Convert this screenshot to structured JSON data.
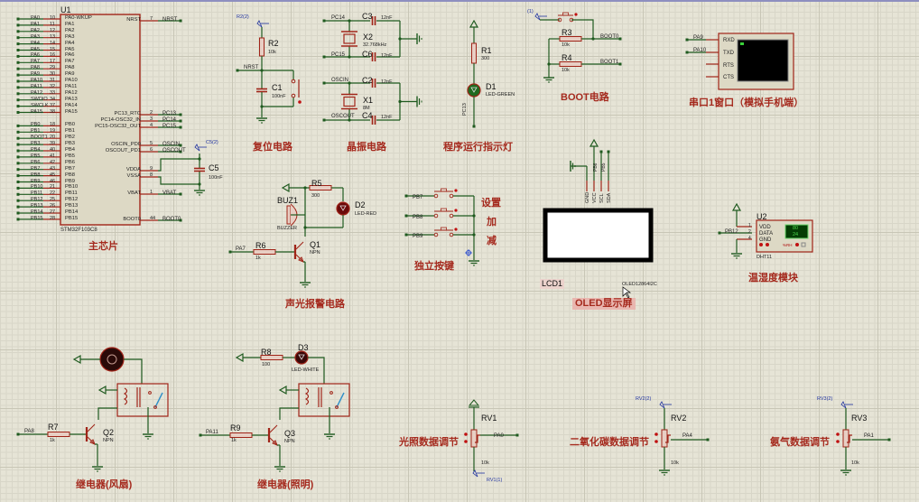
{
  "schematic": {
    "u1": {
      "ref": "U1",
      "part": "STM32F103C8",
      "left_pins": [
        {
          "net": "PA0",
          "num": "10",
          "name": "PA0-WKUP"
        },
        {
          "net": "PA1",
          "num": "11",
          "name": "PA1"
        },
        {
          "net": "PA2",
          "num": "12",
          "name": "PA2"
        },
        {
          "net": "PA3",
          "num": "13",
          "name": "PA3"
        },
        {
          "net": "PA4",
          "num": "14",
          "name": "PA4"
        },
        {
          "net": "PA5",
          "num": "15",
          "name": "PA5"
        },
        {
          "net": "PA6",
          "num": "16",
          "name": "PA6"
        },
        {
          "net": "PA7",
          "num": "17",
          "name": "PA7"
        },
        {
          "net": "PA8",
          "num": "29",
          "name": "PA8"
        },
        {
          "net": "PA9",
          "num": "30",
          "name": "PA9"
        },
        {
          "net": "PA10",
          "num": "31",
          "name": "PA10"
        },
        {
          "net": "PA11",
          "num": "32",
          "name": "PA11"
        },
        {
          "net": "PA12",
          "num": "33",
          "name": "PA12"
        },
        {
          "net": "SWDIO",
          "num": "34",
          "name": "PA13"
        },
        {
          "net": "SWCLK",
          "num": "37",
          "name": "PA14"
        },
        {
          "net": "PA15",
          "num": "38",
          "name": "PA15"
        },
        {
          "net": "PB0",
          "num": "18",
          "name": "PB0"
        },
        {
          "net": "PB1",
          "num": "19",
          "name": "PB1"
        },
        {
          "net": "BOOT1",
          "num": "20",
          "name": "PB2"
        },
        {
          "net": "PB3",
          "num": "39",
          "name": "PB3"
        },
        {
          "net": "PB4",
          "num": "40",
          "name": "PB4"
        },
        {
          "net": "PB5",
          "num": "41",
          "name": "PB5"
        },
        {
          "net": "PB6",
          "num": "42",
          "name": "PB6"
        },
        {
          "net": "PB7",
          "num": "43",
          "name": "PB7"
        },
        {
          "net": "PB8",
          "num": "45",
          "name": "PB8"
        },
        {
          "net": "PB9",
          "num": "46",
          "name": "PB9"
        },
        {
          "net": "PB10",
          "num": "21",
          "name": "PB10"
        },
        {
          "net": "PB11",
          "num": "22",
          "name": "PB11"
        },
        {
          "net": "PB12",
          "num": "25",
          "name": "PB12"
        },
        {
          "net": "PB13",
          "num": "26",
          "name": "PB13"
        },
        {
          "net": "PB14",
          "num": "27",
          "name": "PB14"
        },
        {
          "net": "PB15",
          "num": "28",
          "name": "PB15"
        }
      ],
      "right_pins": [
        {
          "name": "NRST",
          "num": "7",
          "net": "NRST"
        },
        {
          "name": "PC13_RTC",
          "num": "2",
          "net": "PC13"
        },
        {
          "name": "PC14-OSC32_IN",
          "num": "3",
          "net": "PC14"
        },
        {
          "name": "PC15-OSC32_OUT",
          "num": "4",
          "net": "PC15"
        },
        {
          "name": "OSCIN_PD0",
          "num": "5",
          "net": "OSCIN"
        },
        {
          "name": "OSCOUT_PD1",
          "num": "6",
          "net": "OSCOUT"
        },
        {
          "name": "VDDA",
          "num": "9",
          "net": ""
        },
        {
          "name": "VSSA",
          "num": "8",
          "net": ""
        },
        {
          "name": "VBAT",
          "num": "1",
          "net": "VBAT"
        },
        {
          "name": "BOOT0",
          "num": "44",
          "net": "BOOT0"
        }
      ],
      "c5": {
        "ref": "C5",
        "value": "100nF",
        "probe": "C5(2)"
      },
      "title": "主芯片"
    },
    "reset": {
      "title": "复位电路",
      "probe": "R2(2)",
      "net": "NRST",
      "r2": {
        "ref": "R2",
        "value": "10k"
      },
      "c1": {
        "ref": "C1",
        "value": "100nF"
      }
    },
    "crystal": {
      "title": "晶振电路",
      "nets": [
        "PC14",
        "PC15",
        "OSCIN",
        "OSCOUT"
      ],
      "c3": {
        "ref": "C3",
        "value": "12nF"
      },
      "c6": {
        "ref": "C6",
        "value": "12nF"
      },
      "c2": {
        "ref": "C2",
        "value": "12nF"
      },
      "c4": {
        "ref": "C4",
        "value": "12nF"
      },
      "x2": {
        "ref": "X2",
        "value": "32.768kHz"
      },
      "x1": {
        "ref": "X1",
        "value": "8M"
      }
    },
    "run_led": {
      "title": "程序运行指示灯",
      "net": "PC13",
      "r1": {
        "ref": "R1",
        "value": "300"
      },
      "d1": {
        "ref": "D1",
        "value": "LED-GREEN"
      }
    },
    "boot": {
      "title": "BOOT电路",
      "probe": "(1)",
      "r3": {
        "ref": "R3",
        "value": "10k",
        "net": "BOOT0"
      },
      "r4": {
        "ref": "R4",
        "value": "10k",
        "net": "BOOT1"
      }
    },
    "uart": {
      "title": "串口1窗口（模拟手机端）",
      "nets": [
        "PA9",
        "PA10"
      ],
      "pins": [
        "RXD",
        "TXD",
        "RTS",
        "CTS"
      ]
    },
    "alarm": {
      "title": "声光报警电路",
      "net": "PA7",
      "buz": {
        "ref": "BUZ1",
        "value": "BUZZER"
      },
      "r5": {
        "ref": "R5",
        "value": "300"
      },
      "d2": {
        "ref": "D2",
        "value": "LED-RED"
      },
      "r6": {
        "ref": "R6",
        "value": "1k"
      },
      "q1": {
        "ref": "Q1",
        "value": "NPN"
      }
    },
    "keys": {
      "title": "独立按键",
      "nets": [
        "PB7",
        "PB8",
        "PB9"
      ],
      "labels": [
        "设置",
        "加",
        "减"
      ]
    },
    "oled": {
      "title": "OLED显示屏",
      "ref": "LCD1",
      "part": "OLED12864I2C",
      "pins": [
        "GND",
        "VCC",
        "SCL",
        "SDA"
      ],
      "nets": [
        "PB6",
        "PB5"
      ]
    },
    "dht": {
      "title": "温湿度模块",
      "ref": "U2",
      "part": "DHT11",
      "net": "PB12",
      "pins": [
        {
          "num": "1",
          "name": "VDD"
        },
        {
          "num": "2",
          "name": "DATA"
        },
        {
          "num": "4",
          "name": "GND"
        }
      ],
      "display_humidity": "80",
      "display_temp": "24",
      "unit_label": "%RH"
    },
    "relay_fan": {
      "title": "继电器(风扇)",
      "net": "PA8",
      "r7": {
        "ref": "R7",
        "value": "1k"
      },
      "q2": {
        "ref": "Q2",
        "value": "NPN"
      }
    },
    "relay_light": {
      "title": "继电器(照明)",
      "net": "PA11",
      "r8": {
        "ref": "R8",
        "value": "100"
      },
      "d3": {
        "ref": "D3",
        "value": "LED-WHITE"
      },
      "r9": {
        "ref": "R9",
        "value": "1k"
      },
      "q3": {
        "ref": "Q3",
        "value": "NPN"
      }
    },
    "rv1": {
      "title": "光照数据调节",
      "ref": "RV1",
      "value": "10k",
      "net": "PA0",
      "probe": "RV1(1)"
    },
    "rv2": {
      "title": "二氧化碳数据调节",
      "ref": "RV2",
      "value": "10k",
      "net": "PA4",
      "probe": "RV2(2)"
    },
    "rv3": {
      "title": "氨气数据调节",
      "ref": "RV3",
      "value": "10k",
      "net": "PA1",
      "probe": "RV3(2)"
    }
  },
  "colors": {
    "wire": "#1f5a1f",
    "component": "#a02418",
    "title": "#a52a1e",
    "probe": "#2033a0",
    "grid": "#c8c6b6",
    "background": "#e6e4d6"
  }
}
